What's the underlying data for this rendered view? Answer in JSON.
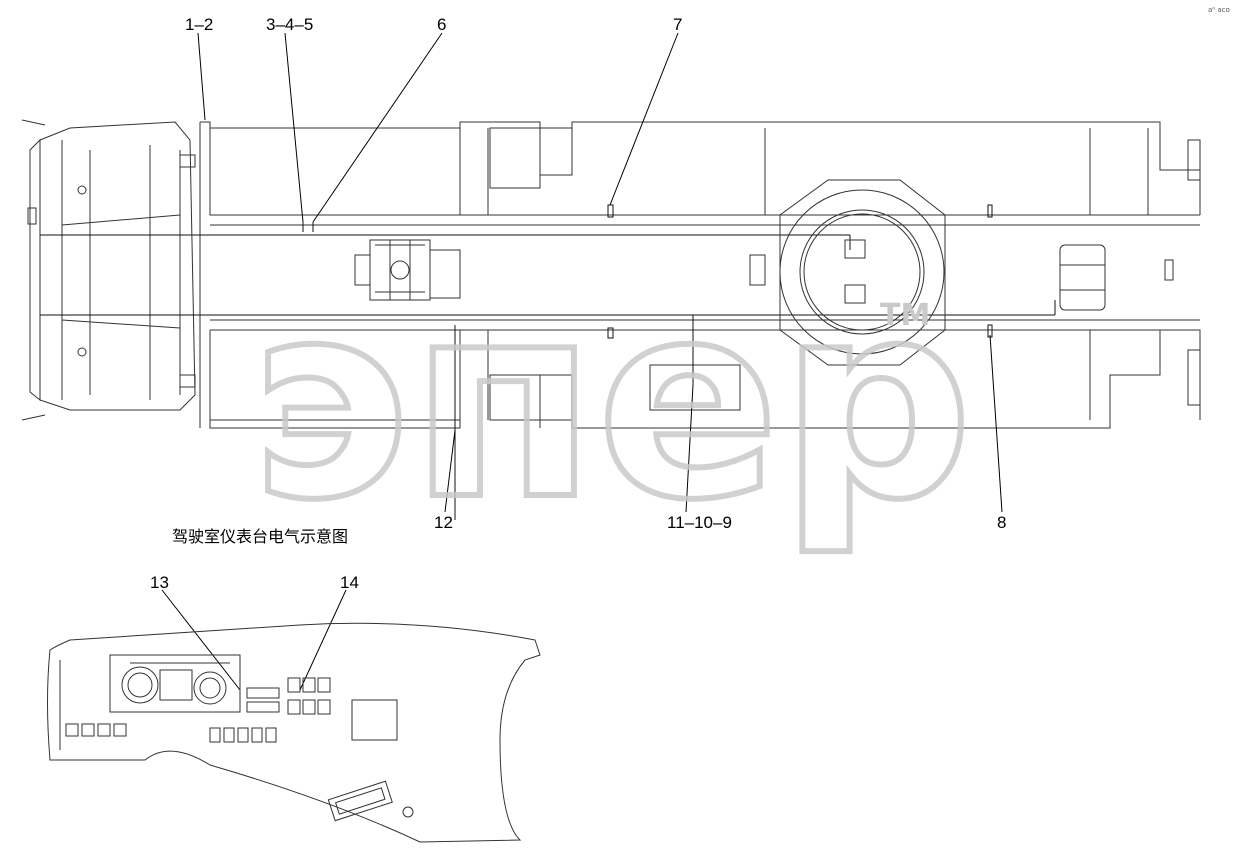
{
  "callouts": {
    "c1": "1–2",
    "c2": "3–4–5",
    "c3": "6",
    "c4": "7",
    "c5": "8",
    "c6": "11–10–9",
    "c7": "12",
    "c8": "13",
    "c9": "14"
  },
  "caption": "驾驶室仪表台电气示意图",
  "watermark": {
    "text": "эпер",
    "tm": "TM"
  },
  "corner_mark": "a⁰ aco",
  "colors": {
    "line": "#2a2a2a",
    "watermark": "#cfcfcf"
  }
}
